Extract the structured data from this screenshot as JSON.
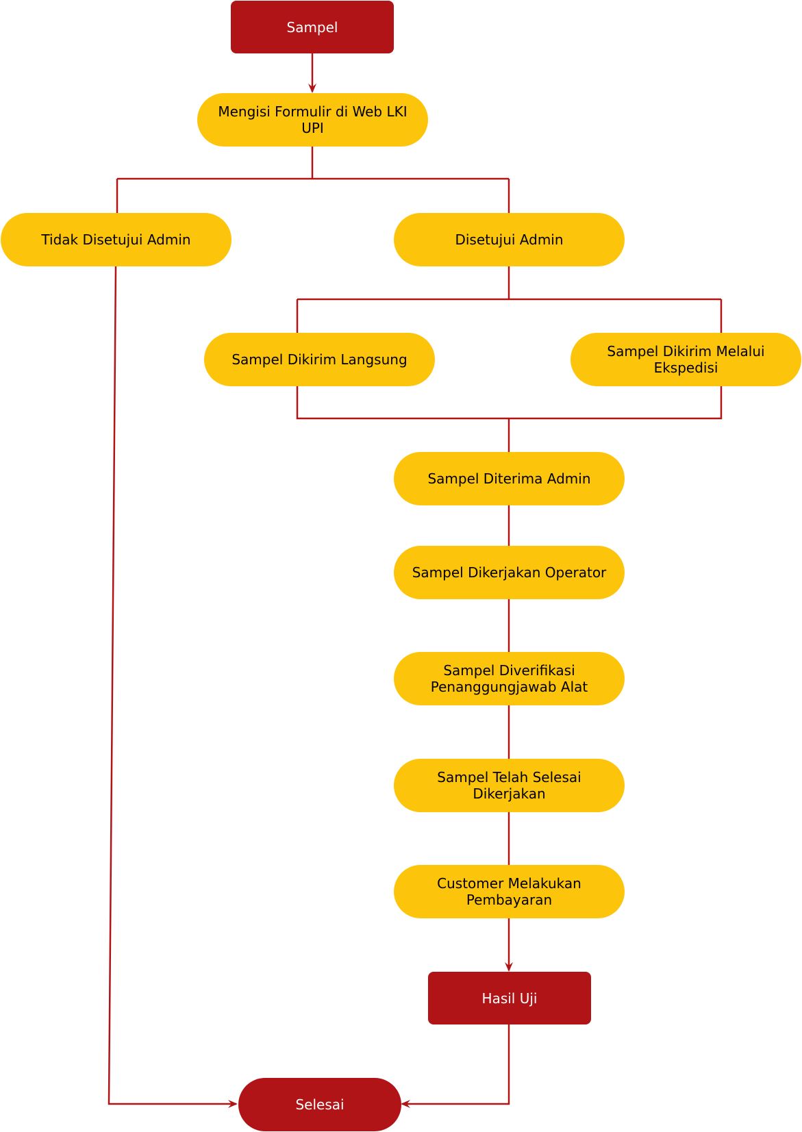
{
  "colors": {
    "terminal": "#b01417",
    "process": "#fdc40c",
    "connector": "#b01417"
  },
  "nodes": {
    "start": "Sampel",
    "form": "Mengisi Formulir di Web LKI UPI",
    "rejected": "Tidak Disetujui Admin",
    "approved": "Disetujui Admin",
    "direct": "Sampel Dikirim Langsung",
    "expedition": "Sampel Dikirim Melalui Ekspedisi",
    "received": "Sampel Diterima Admin",
    "operator": "Sampel Dikerjakan Operator",
    "verified": "Sampel Diverifikasi Penanggungjawab Alat",
    "done": "Sampel Telah Selesai Dikerjakan",
    "payment": "Customer Melakukan Pembayaran",
    "result": "Hasil Uji",
    "end": "Selesai"
  }
}
